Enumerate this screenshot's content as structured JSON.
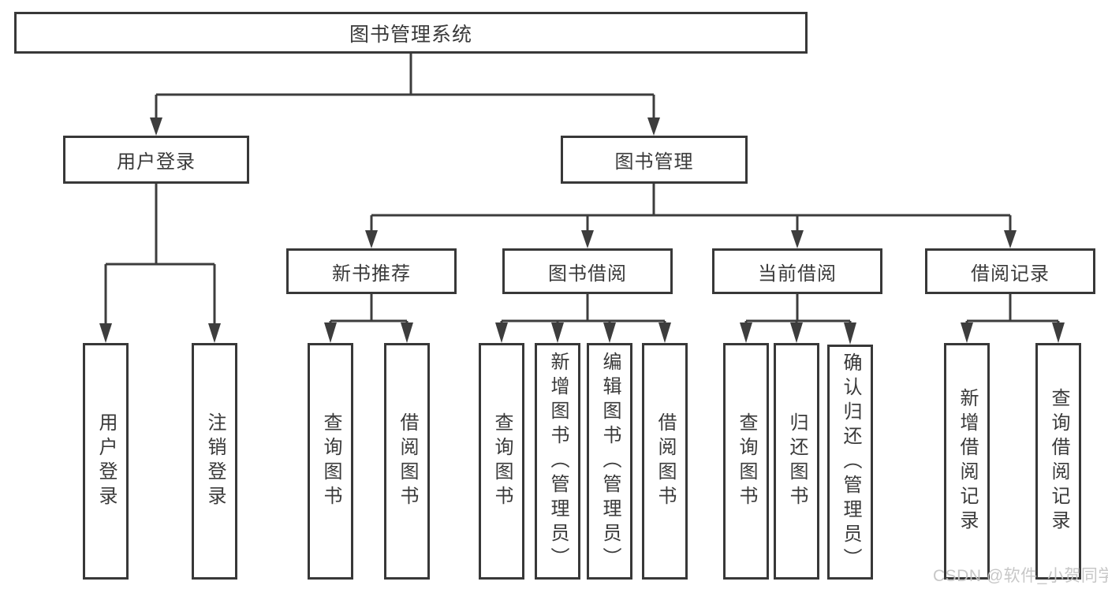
{
  "nodes": {
    "root": "图书管理系统",
    "userLogin": "用户登录",
    "bookMgmt": "图书管理",
    "newBookRec": "新书推荐",
    "bookBorrow": "图书借阅",
    "currentBorrow": "当前借阅",
    "borrowRecords": "借阅记录",
    "leafUserLogin": "用户登录",
    "leafLogout": "注销登录",
    "leafQueryBook1": "查询图书",
    "leafBorrowBook1": "借阅图书",
    "leafQueryBook2": "查询图书",
    "leafAddBook": "新增图书（管理员）",
    "leafEditBook": "编辑图书（管理员）",
    "leafBorrowBook2": "借阅图书",
    "leafQueryBook3": "查询图书",
    "leafReturnBook": "归还图书",
    "leafConfirmReturn": "确认归还（管理员）",
    "leafAddBorrowRecord": "新增借阅记录",
    "leafQueryBorrowRecord": "查询借阅记录"
  },
  "hierarchy": {
    "root": "图书管理系统",
    "children": [
      {
        "label": "用户登录",
        "children": [
          "用户登录",
          "注销登录"
        ]
      },
      {
        "label": "图书管理",
        "children": [
          {
            "label": "新书推荐",
            "children": [
              "查询图书",
              "借阅图书"
            ]
          },
          {
            "label": "图书借阅",
            "children": [
              "查询图书",
              "新增图书（管理员）",
              "编辑图书（管理员）",
              "借阅图书"
            ]
          },
          {
            "label": "当前借阅",
            "children": [
              "查询图书",
              "归还图书",
              "确认归还（管理员）"
            ]
          },
          {
            "label": "借阅记录",
            "children": [
              "新增借阅记录",
              "查询借阅记录"
            ]
          }
        ]
      }
    ]
  },
  "watermark": "CSDN @软件_小贺同学",
  "colors": {
    "line": "#3d3d3d",
    "box_border": "#383838",
    "box_fill": "#ffffff",
    "text": "#3a3a3a",
    "watermark": "#c4c4c4",
    "background": "#ffffff"
  }
}
